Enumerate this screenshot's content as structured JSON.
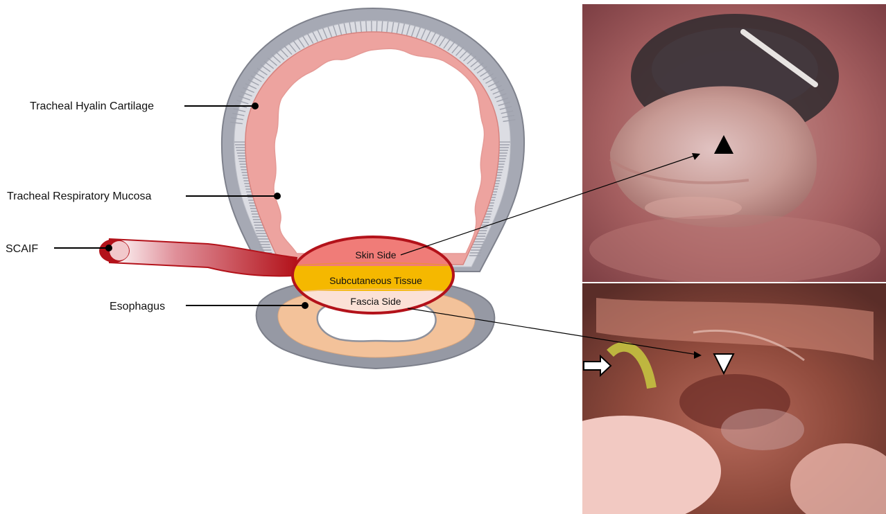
{
  "figure": {
    "labels": {
      "cartilage": "Tracheal Hyalin Cartilage",
      "mucosa": "Tracheal Respiratory Mucosa",
      "scaif": "SCAIF",
      "esophagus": "Esophagus"
    },
    "flap_layers": {
      "skin": "Skin Side",
      "subcutaneous": "Subcutaneous Tissue",
      "fascia": "Fascia Side"
    },
    "markers": {
      "top_photo": "black-triangle",
      "bottom_photo": "white-triangle",
      "bottom_photo_arrow": "white-arrow"
    },
    "colors": {
      "skin_layer": "#f07c78",
      "subcutaneous_layer": "#f5b800",
      "fascia_layer": "#fbe1d6",
      "flap_outline": "#b3121a",
      "mucosa": "#eda39f",
      "cartilage_band": "#a6a9b4",
      "esophagus_wall": "#9699a4",
      "esophagus_muscle": "#f3c29a"
    }
  }
}
